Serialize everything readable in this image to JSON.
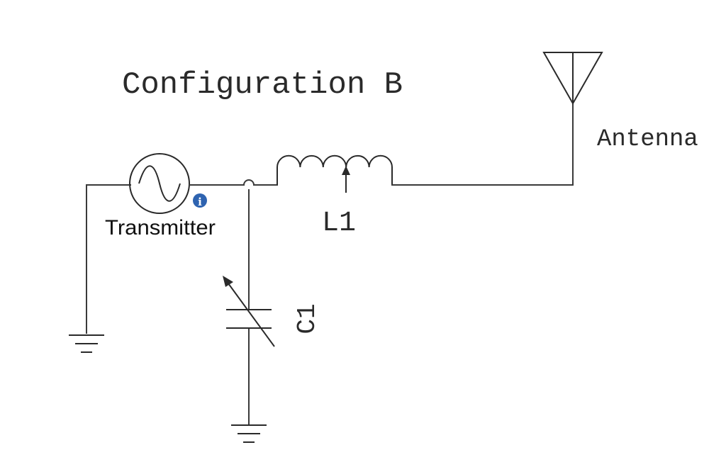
{
  "diagram": {
    "title": "Configuration B",
    "labels": {
      "transmitter": "Transmitter",
      "inductor": "L1",
      "capacitor": "C1",
      "antenna": "Antenna"
    },
    "icons": {
      "info": "info-icon",
      "info_glyph": "i",
      "info_color": "#2e63b0"
    }
  }
}
